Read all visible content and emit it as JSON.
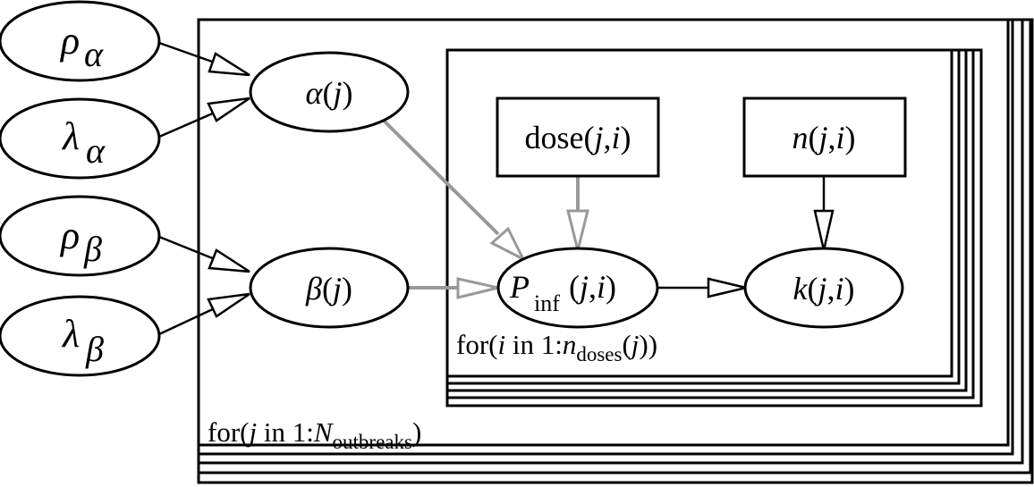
{
  "nodes": {
    "rho_alpha": {
      "main": "ρ",
      "sub": "α"
    },
    "lambda_alpha": {
      "main": "λ",
      "sub": "α"
    },
    "rho_beta": {
      "main": "ρ",
      "sub": "β"
    },
    "lambda_beta": {
      "main": "λ",
      "sub": "β"
    },
    "alpha_j": {
      "sym": "α",
      "open": "(",
      "arg": "j",
      "close": ")"
    },
    "beta_j": {
      "sym": "β",
      "open": "(",
      "arg": "j",
      "close": ")"
    },
    "dose": {
      "word": "dose",
      "open": "(",
      "arg1": "j",
      "comma": ",",
      "arg2": "i",
      "close": ")"
    },
    "n": {
      "sym": "n",
      "open": "(",
      "arg1": "j",
      "comma": ",",
      "arg2": "i",
      "close": ")"
    },
    "p_inf": {
      "sym": "P",
      "sub": "inf",
      "open": "(",
      "arg1": "j",
      "comma": ",",
      "arg2": "i",
      "close": ")"
    },
    "k": {
      "sym": "k",
      "open": "(",
      "arg1": "j",
      "comma": ",",
      "arg2": "i",
      "close": ")"
    }
  },
  "plates": {
    "outer": {
      "for": "for(",
      "var": "j",
      "in": " in 1:",
      "N": "N",
      "sub": "outbreaks",
      "close": ")"
    },
    "inner": {
      "for": "for(",
      "var": "i",
      "in": " in 1:",
      "n": "n",
      "sub": "doses",
      "open": "(",
      "arg": "j",
      "close": "))"
    }
  },
  "colors": {
    "black": "#000000",
    "gray": "#999999",
    "white": "#ffffff"
  }
}
